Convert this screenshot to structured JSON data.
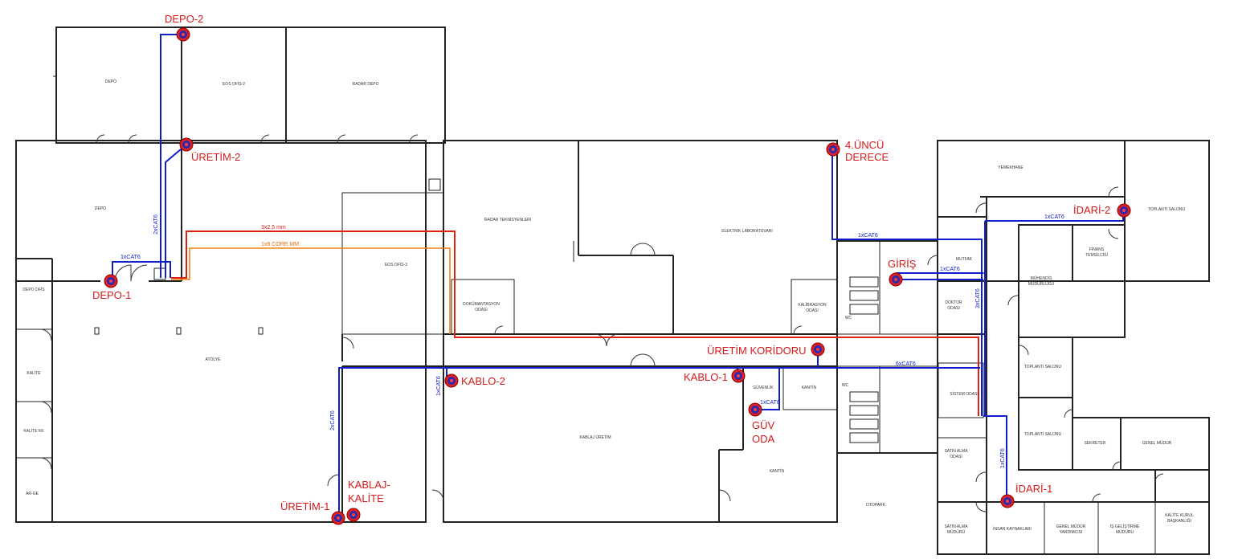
{
  "access_points": [
    {
      "id": "depo2",
      "label_lines": [
        "DEPO-2"
      ]
    },
    {
      "id": "uretim2",
      "label_lines": [
        "ÜRETİM-2"
      ]
    },
    {
      "id": "depo1",
      "label_lines": [
        "DEPO-1"
      ]
    },
    {
      "id": "dorduncu_derece",
      "label_lines": [
        "4.ÜNCÜ",
        "DERECE"
      ]
    },
    {
      "id": "giris",
      "label_lines": [
        "GİRİŞ"
      ]
    },
    {
      "id": "idari2",
      "label_lines": [
        "İDARİ-2"
      ]
    },
    {
      "id": "uretim_koridoru",
      "label_lines": [
        "ÜRETİM KORİDORU"
      ]
    },
    {
      "id": "kablo2",
      "label_lines": [
        "KABLO-2"
      ]
    },
    {
      "id": "kablo1",
      "label_lines": [
        "KABLO-1"
      ]
    },
    {
      "id": "guv_oda",
      "label_lines": [
        "GÜV",
        "ODA"
      ]
    },
    {
      "id": "kablaj_kalite",
      "label_lines": [
        "KABLAJ-",
        "KALİTE"
      ]
    },
    {
      "id": "uretim1",
      "label_lines": [
        "ÜRETİM-1"
      ]
    },
    {
      "id": "idari1",
      "label_lines": [
        "İDARİ-1"
      ]
    }
  ],
  "cable_labels": [
    {
      "id": "c1",
      "text": "2xCAT6"
    },
    {
      "id": "c2",
      "text": "1xCAT6"
    },
    {
      "id": "c3",
      "text": "3x2.5 mm"
    },
    {
      "id": "c4",
      "text": "1x8 CORE MM"
    },
    {
      "id": "c5",
      "text": "1xCAT6"
    },
    {
      "id": "c6",
      "text": "1xCAT6"
    },
    {
      "id": "c7",
      "text": "1xCAT6"
    },
    {
      "id": "c8",
      "text": "3xCAT6"
    },
    {
      "id": "c9",
      "text": "6xCAT6"
    },
    {
      "id": "c10",
      "text": "1xCAT6"
    },
    {
      "id": "c11",
      "text": "1xCAT6"
    },
    {
      "id": "c12",
      "text": "1xCAT6"
    },
    {
      "id": "c13",
      "text": "2xCAT6"
    }
  ],
  "room_labels": [
    {
      "id": "r1",
      "text": "DEPO"
    },
    {
      "id": "r2",
      "text": "EOS OFİS-2"
    },
    {
      "id": "r3",
      "text": "RADAR DEPO"
    },
    {
      "id": "r4",
      "text": "DEPO"
    },
    {
      "id": "r5",
      "text": "DEPO OFİS"
    },
    {
      "id": "r6",
      "text": "ATÖLYE"
    },
    {
      "id": "r7",
      "text": "KALİTE"
    },
    {
      "id": "r8",
      "text": "KALİTE KK"
    },
    {
      "id": "r9",
      "text": "AR-GE"
    },
    {
      "id": "r10",
      "text": "EOS OFİS-3"
    },
    {
      "id": "r11",
      "text": "RADAR TEKNİSYENLERİ"
    },
    {
      "id": "r12",
      "text": "DOKÜMANTASYON"
    },
    {
      "id": "r13",
      "text": "ODASI"
    },
    {
      "id": "r14",
      "text": "ELEKTRİK LABORATUVARI"
    },
    {
      "id": "r15",
      "text": "KALİBRASYON"
    },
    {
      "id": "r16",
      "text": "ODASI"
    },
    {
      "id": "r17",
      "text": "WC"
    },
    {
      "id": "r18",
      "text": "KABLAJ ÜRETİM"
    },
    {
      "id": "r19",
      "text": "GÜVENLİK"
    },
    {
      "id": "r20",
      "text": "KANTİN"
    },
    {
      "id": "r21",
      "text": "WC"
    },
    {
      "id": "r22",
      "text": "KANTİN"
    },
    {
      "id": "r23",
      "text": "YEMEKHANE"
    },
    {
      "id": "r24",
      "text": "MUTFAK"
    },
    {
      "id": "r25",
      "text": "DOKTOR"
    },
    {
      "id": "r26",
      "text": "ODASI"
    },
    {
      "id": "r27",
      "text": "SİSTEM ODASI"
    },
    {
      "id": "r28",
      "text": "TOPLANTI SALONU"
    },
    {
      "id": "r29",
      "text": "FİNANS"
    },
    {
      "id": "r30",
      "text": "TEMSİLCİSİ"
    },
    {
      "id": "r31",
      "text": "MÜHENDİS"
    },
    {
      "id": "r32",
      "text": "MÜDÜRLÜĞÜ"
    },
    {
      "id": "r33",
      "text": "TOPLANTI SALONU"
    },
    {
      "id": "r34",
      "text": "TOPLANTI SALONU"
    },
    {
      "id": "r35",
      "text": "SEKRETER"
    },
    {
      "id": "r36",
      "text": "GENEL MÜDÜR"
    },
    {
      "id": "r37",
      "text": "SATIN ALMA"
    },
    {
      "id": "r38",
      "text": "ODASI"
    },
    {
      "id": "r39",
      "text": "SATIN ALMA"
    },
    {
      "id": "r40",
      "text": "MÜDÜRÜ"
    },
    {
      "id": "r41",
      "text": "İNSAN KAYNAKLARI"
    },
    {
      "id": "r42",
      "text": "GENEL MÜDÜR"
    },
    {
      "id": "r43",
      "text": "YARDIMCISI"
    },
    {
      "id": "r44",
      "text": "İŞ GELİŞTİRME"
    },
    {
      "id": "r45",
      "text": "MÜDÜRÜ"
    },
    {
      "id": "r46",
      "text": "KALİTE KURUL"
    },
    {
      "id": "r47",
      "text": "BAŞKANLIĞI"
    },
    {
      "id": "r48",
      "text": "OTOPARK"
    }
  ]
}
